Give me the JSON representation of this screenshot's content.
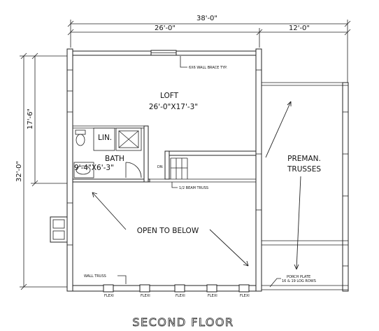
{
  "title": "SECOND FLOOR",
  "dimensions": {
    "overall_width": "38'-0\"",
    "left_width": "26'-0\"",
    "right_width": "12'-0\"",
    "overall_depth": "32'-0\"",
    "loft_depth": "17'-6\""
  },
  "rooms": {
    "loft_name": "LOFT",
    "loft_size": "26'-0\"X17'-3\"",
    "bath_name": "BATH",
    "bath_size": "9'-4\"X6'-3\"",
    "linen": "LIN.",
    "open_to_below": "OPEN TO BELOW",
    "trusses_line1": "PREMAN.",
    "trusses_line2": "TRUSSES"
  },
  "notes": {
    "wall_brace": "6X6 WALL BRACE TYP.",
    "beam_truss": "1/2 BEAM TRUSS",
    "wall_truss": "WALL TRUSS",
    "porch_plate_1": "PORCH PLATE",
    "porch_plate_2": "16 & 19 LOG ROWS",
    "window_tag": "FLEXI"
  }
}
